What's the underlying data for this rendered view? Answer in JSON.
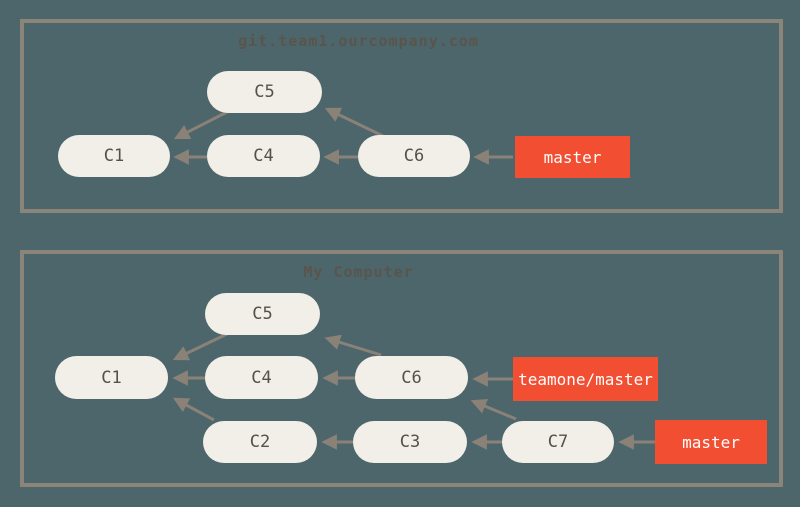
{
  "figure": {
    "type": "git-commit-graph-diagram",
    "colors": {
      "background": "#4C666C",
      "panel_border": "#8B8478",
      "commit_fill": "#F1EFE7",
      "commit_text": "#55514A",
      "branch_fill": "#F24E31",
      "branch_text": "#FFFFFF",
      "arrow": "#8A8177",
      "title_text": "#5A554C"
    },
    "panels": [
      {
        "title": "git.team1.ourcompany.com",
        "nodes": [
          {
            "id": "C5",
            "kind": "commit",
            "label": "C5"
          },
          {
            "id": "C1",
            "kind": "commit",
            "label": "C1"
          },
          {
            "id": "C4",
            "kind": "commit",
            "label": "C4"
          },
          {
            "id": "C6",
            "kind": "commit",
            "label": "C6"
          },
          {
            "id": "master",
            "kind": "branch",
            "label": "master"
          }
        ],
        "edges": [
          {
            "from": "C4",
            "to": "C1"
          },
          {
            "from": "C5",
            "to": "C1"
          },
          {
            "from": "C6",
            "to": "C4"
          },
          {
            "from": "C6",
            "to": "C5"
          },
          {
            "from": "master",
            "to": "C6"
          }
        ]
      },
      {
        "title": "My Computer",
        "nodes": [
          {
            "id": "C5",
            "kind": "commit",
            "label": "C5"
          },
          {
            "id": "C1",
            "kind": "commit",
            "label": "C1"
          },
          {
            "id": "C4",
            "kind": "commit",
            "label": "C4"
          },
          {
            "id": "C6",
            "kind": "commit",
            "label": "C6"
          },
          {
            "id": "teamone/master",
            "kind": "branch",
            "label": "teamone/master"
          },
          {
            "id": "C2",
            "kind": "commit",
            "label": "C2"
          },
          {
            "id": "C3",
            "kind": "commit",
            "label": "C3"
          },
          {
            "id": "C7",
            "kind": "commit",
            "label": "C7"
          },
          {
            "id": "master",
            "kind": "branch",
            "label": "master"
          }
        ],
        "edges": [
          {
            "from": "C4",
            "to": "C1"
          },
          {
            "from": "C5",
            "to": "C1"
          },
          {
            "from": "C2",
            "to": "C1"
          },
          {
            "from": "C6",
            "to": "C4"
          },
          {
            "from": "C6",
            "to": "C5"
          },
          {
            "from": "C3",
            "to": "C2"
          },
          {
            "from": "C7",
            "to": "C3"
          },
          {
            "from": "C7",
            "to": "C6"
          },
          {
            "from": "teamone/master",
            "to": "C6"
          },
          {
            "from": "master",
            "to": "C7"
          }
        ]
      }
    ]
  }
}
